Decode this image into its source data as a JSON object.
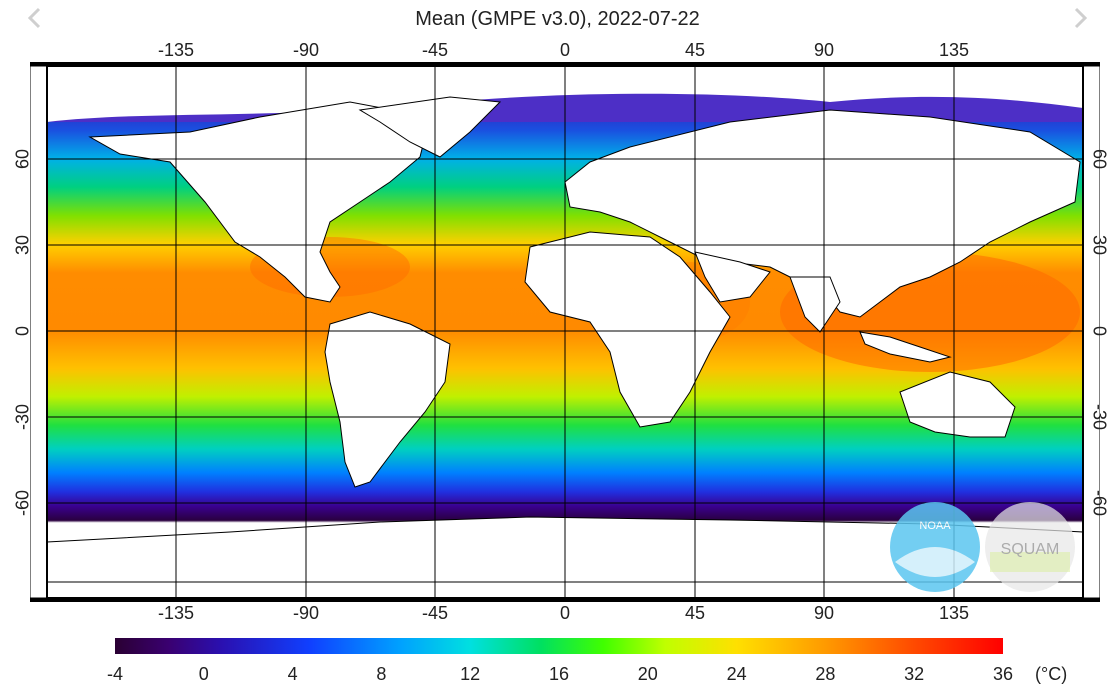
{
  "title": "Mean (GMPE v3.0), 2022-07-22",
  "nav": {
    "prev_icon": "chevron-left-icon",
    "next_icon": "chevron-right-icon"
  },
  "map": {
    "lon_ticks": [
      "-135",
      "-90",
      "-45",
      "0",
      "45",
      "90",
      "135"
    ],
    "lat_ticks": [
      "60",
      "30",
      "0",
      "-30",
      "-60"
    ],
    "logos": {
      "noaa": "NOAA",
      "squam": "SQUAM"
    }
  },
  "colorbar": {
    "ticks": [
      "-4",
      "0",
      "4",
      "8",
      "12",
      "16",
      "20",
      "24",
      "28",
      "32",
      "36"
    ],
    "unit": "(°C)",
    "colors": [
      "#2a0033",
      "#1040ff",
      "#00e0e0",
      "#40ff00",
      "#ffe000",
      "#ff9a00",
      "#ff0000"
    ]
  }
}
